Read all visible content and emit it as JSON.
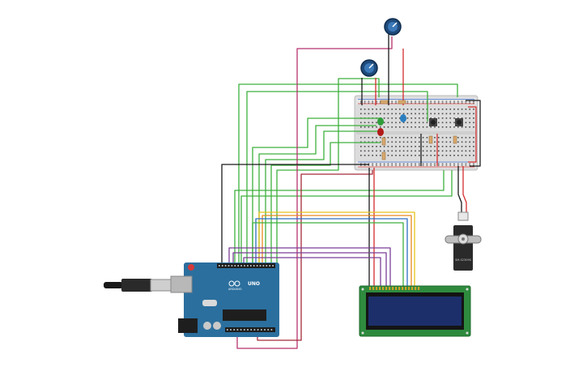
{
  "arduino": {
    "brand": "UNO",
    "logo_text": "ARDUINO",
    "accent": "#2b6f9e"
  },
  "lcd": {
    "board_color": "#2e8b3e",
    "screen_color": "#1c2f6b"
  },
  "servo": {
    "label": "SM-S2309S"
  },
  "breadboard": {
    "color": "#d9d9d9"
  },
  "wires": {
    "green": "#3db03d",
    "red": "#d42c2c",
    "black": "#1a1a1a",
    "purple": "#7a3f98",
    "yellow": "#e8c21a",
    "orange": "#e88a1a",
    "blue": "#2d6fc4",
    "magenta": "#b8326e"
  }
}
